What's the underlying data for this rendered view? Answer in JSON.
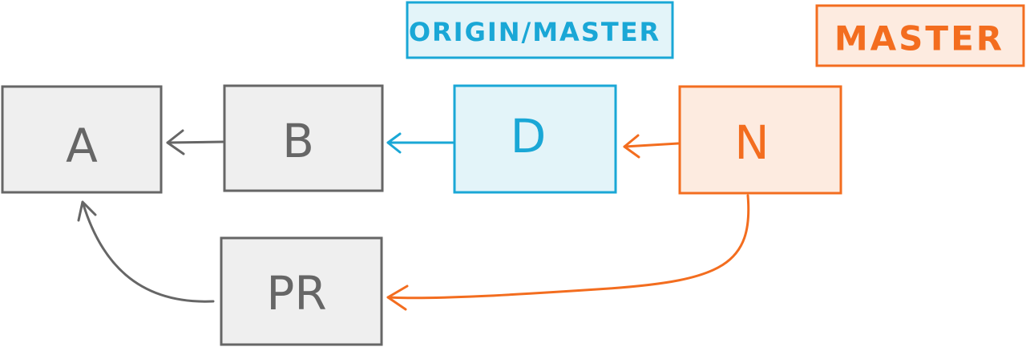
{
  "labels": {
    "origin_master": "ORIGIN/MASTER",
    "master": "MASTER"
  },
  "nodes": {
    "a": "A",
    "b": "B",
    "d": "D",
    "n": "N",
    "pr": "PR"
  },
  "colors": {
    "gray_stroke": "#666666",
    "gray_fill": "#efefef",
    "blue_stroke": "#1aa7d6",
    "blue_fill": "#e3f4f9",
    "orange_stroke": "#f36d1f",
    "orange_fill": "#fdebe0"
  }
}
